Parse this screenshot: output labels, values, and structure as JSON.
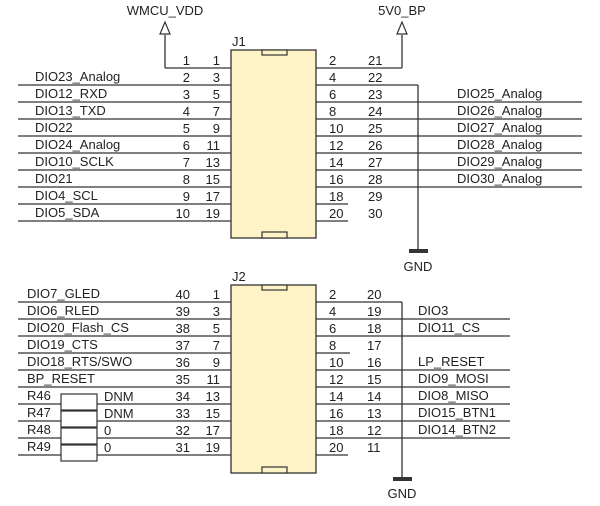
{
  "colors": {
    "connector_fill": "#fdf3c6",
    "wire": "#333333"
  },
  "j1": {
    "ref": "J1",
    "power_left": "WMCU_VDD",
    "power_right": "5V0_BP",
    "ground": "GND",
    "left": [
      {
        "net": "",
        "pin": "1",
        "conn": "1"
      },
      {
        "net": "DIO23_Analog",
        "pin": "2",
        "conn": "3"
      },
      {
        "net": "DIO12_RXD",
        "pin": "3",
        "conn": "5"
      },
      {
        "net": "DIO13_TXD",
        "pin": "4",
        "conn": "7"
      },
      {
        "net": "DIO22",
        "pin": "5",
        "conn": "9"
      },
      {
        "net": "DIO24_Analog",
        "pin": "6",
        "conn": "11"
      },
      {
        "net": "DIO10_SCLK",
        "pin": "7",
        "conn": "13"
      },
      {
        "net": "DIO21",
        "pin": "8",
        "conn": "15"
      },
      {
        "net": "DIO4_SCL",
        "pin": "9",
        "conn": "17"
      },
      {
        "net": "DIO5_SDA",
        "pin": "10",
        "conn": "19"
      }
    ],
    "right": [
      {
        "conn": "2",
        "pin": "21",
        "net": ""
      },
      {
        "conn": "4",
        "pin": "22",
        "net": ""
      },
      {
        "conn": "6",
        "pin": "23",
        "net": "DIO25_Analog"
      },
      {
        "conn": "8",
        "pin": "24",
        "net": "DIO26_Analog"
      },
      {
        "conn": "10",
        "pin": "25",
        "net": "DIO27_Analog"
      },
      {
        "conn": "12",
        "pin": "26",
        "net": "DIO28_Analog"
      },
      {
        "conn": "14",
        "pin": "27",
        "net": "DIO29_Analog"
      },
      {
        "conn": "16",
        "pin": "28",
        "net": "DIO30_Analog"
      },
      {
        "conn": "18",
        "pin": "29",
        "net": ""
      },
      {
        "conn": "20",
        "pin": "30",
        "net": ""
      }
    ]
  },
  "j2": {
    "ref": "J2",
    "ground": "GND",
    "left": [
      {
        "net": "DIO7_GLED",
        "pin": "40",
        "conn": "1"
      },
      {
        "net": "DIO6_RLED",
        "pin": "39",
        "conn": "3"
      },
      {
        "net": "DIO20_Flash_CS",
        "pin": "38",
        "conn": "5"
      },
      {
        "net": "DIO19_CTS",
        "pin": "37",
        "conn": "7"
      },
      {
        "net": "DIO18_RTS/SWO",
        "pin": "36",
        "conn": "9"
      },
      {
        "net": "BP_RESET",
        "pin": "35",
        "conn": "11"
      },
      {
        "net": "R46",
        "value": "DNM",
        "pin": "34",
        "conn": "13"
      },
      {
        "net": "R47",
        "value": "DNM",
        "pin": "33",
        "conn": "15"
      },
      {
        "net": "R48",
        "value": "0",
        "pin": "32",
        "conn": "17"
      },
      {
        "net": "R49",
        "value": "0",
        "pin": "31",
        "conn": "19"
      }
    ],
    "right": [
      {
        "conn": "2",
        "pin": "20",
        "net": ""
      },
      {
        "conn": "4",
        "pin": "19",
        "net": "DIO3"
      },
      {
        "conn": "6",
        "pin": "18",
        "net": "DIO11_CS"
      },
      {
        "conn": "8",
        "pin": "17",
        "net": ""
      },
      {
        "conn": "10",
        "pin": "16",
        "net": "LP_RESET"
      },
      {
        "conn": "12",
        "pin": "15",
        "net": "DIO9_MOSI"
      },
      {
        "conn": "14",
        "pin": "14",
        "net": "DIO8_MISO"
      },
      {
        "conn": "16",
        "pin": "13",
        "net": "DIO15_BTN1"
      },
      {
        "conn": "18",
        "pin": "12",
        "net": "DIO14_BTN2"
      },
      {
        "conn": "20",
        "pin": "11",
        "net": ""
      }
    ]
  }
}
